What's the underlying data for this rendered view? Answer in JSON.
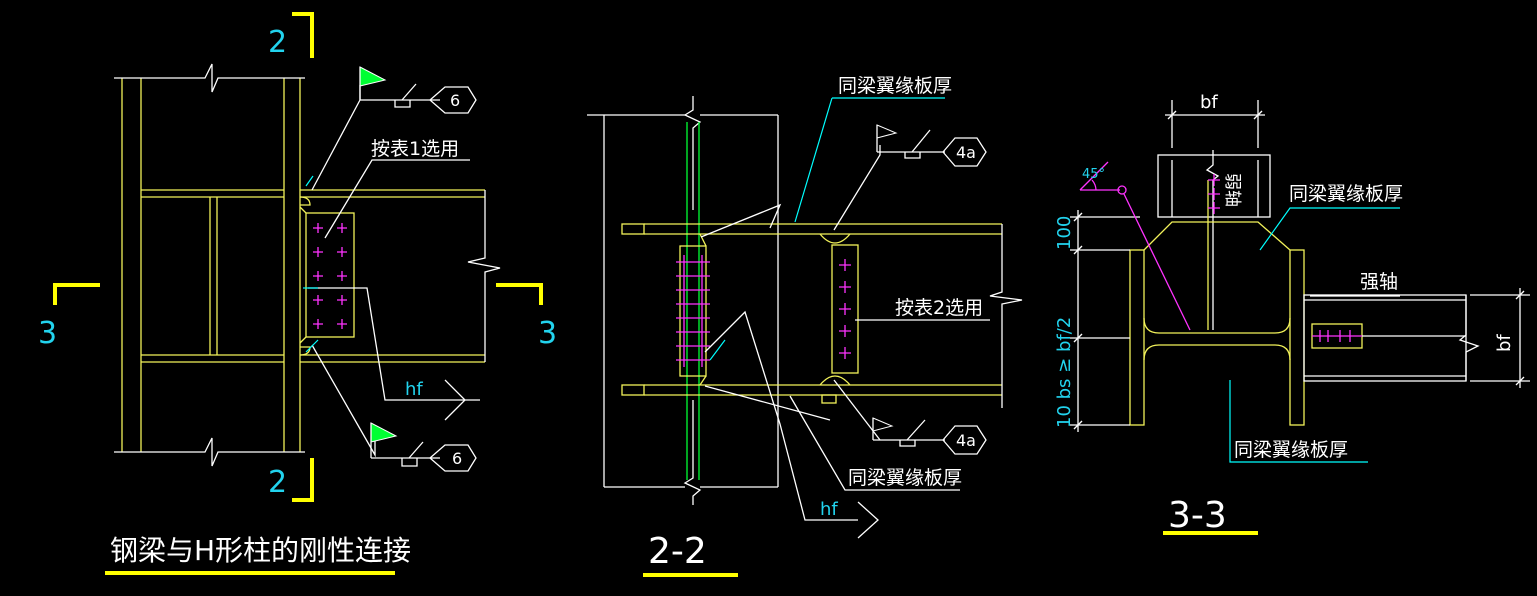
{
  "left_view": {
    "title": "钢梁与H形柱的刚性连接",
    "section_2_top": "2",
    "section_2_bottom": "2",
    "section_3_left": "3",
    "section_3_right": "3",
    "note_bolts": "按表1选用",
    "weld_top_symbol": "6",
    "weld_bottom_symbol": "6",
    "weld_hf": "hf"
  },
  "section_2_2": {
    "title": "2-2",
    "note_top": "同梁翼缘板厚",
    "note_bolts": "按表2选用",
    "note_bottom": "同梁翼缘板厚",
    "weld_top_symbol": "4a",
    "weld_bottom_symbol": "4a",
    "weld_hf": "hf"
  },
  "section_3_3": {
    "title": "3-3",
    "dim_bf_top": "bf",
    "angle": "45°",
    "weak_axis": "弱轴",
    "note_top": "同梁翼缘板厚",
    "strong_axis": "强轴",
    "dim_100": "100",
    "dim_bs": "10 bs ≥ bf/2",
    "dim_bf_right": "bf",
    "note_bottom": "同梁翼缘板厚"
  }
}
